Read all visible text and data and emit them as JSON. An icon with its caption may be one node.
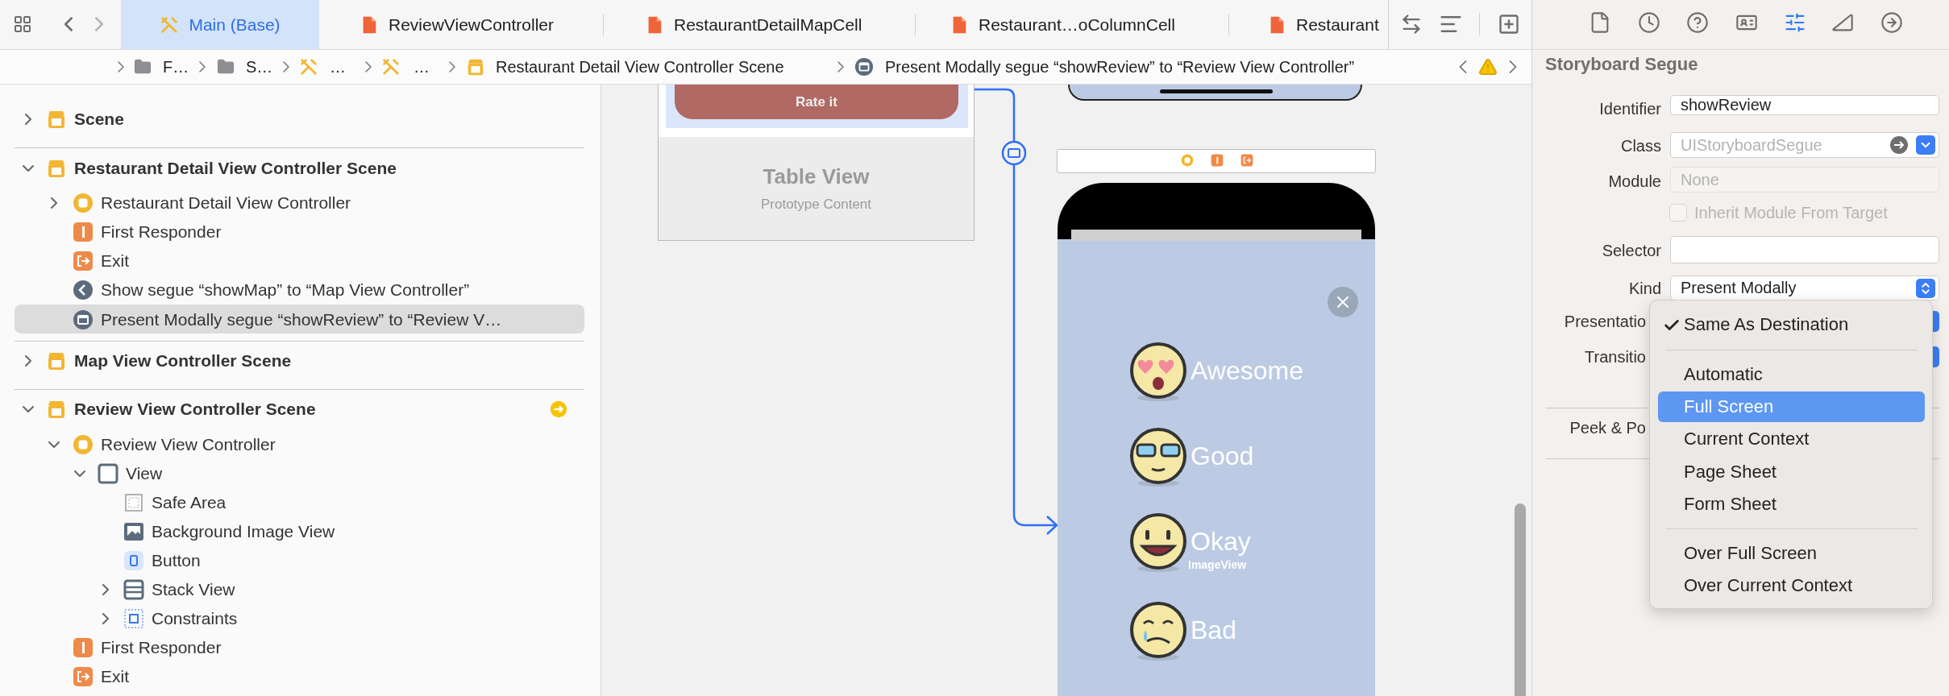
{
  "diagram": {
    "nodes": [
      {
        "text": [
          "Rate it",
          "Table View",
          "Prototype Content"
        ]
      },
      {
        "text": [
          "Awesome",
          "Good",
          "Okay",
          "Bad"
        ]
      }
    ],
    "edges": [
      {
        "from": 0,
        "to": 1,
        "arrow": "to"
      }
    ],
    "labels": [
      "Main (Base)",
      "ReviewViewController",
      "RestaurantDetailMapCell",
      "Restaurant…oColumnCell",
      "Restaurant",
      "F…",
      "S…",
      "…",
      "…",
      "Restaurant Detail View Controller Scene",
      "Present Modally segue “showReview” to “Review View Controller”",
      "Scene",
      "Restaurant Detail View Controller Scene",
      "Restaurant Detail View Controller",
      "First Responder",
      "Exit",
      "Show segue “showMap” to “Map View Controller”",
      "Present Modally segue “showReview” to “Review V…",
      "Map View Controller Scene",
      "Review View Controller Scene",
      "Review View Controller",
      "View",
      "Safe Area",
      "Background Image View",
      "Button",
      "Stack View",
      "Constraints",
      "First Responder",
      "Exit",
      "ImageView",
      "Storyboard Segue",
      "Identifier",
      "showReview",
      "Class",
      "UIStoryboardSegue",
      "Module",
      "None",
      "Inherit Module From Target",
      "Selector",
      "Kind",
      "Present Modally",
      "Presentatio",
      "Transitio",
      "Peek & Po",
      "Same As Destination",
      "Automatic",
      "Full Screen",
      "Current Context",
      "Page Sheet",
      "Form Sheet",
      "Over Full Screen",
      "Over Current Context"
    ]
  }
}
